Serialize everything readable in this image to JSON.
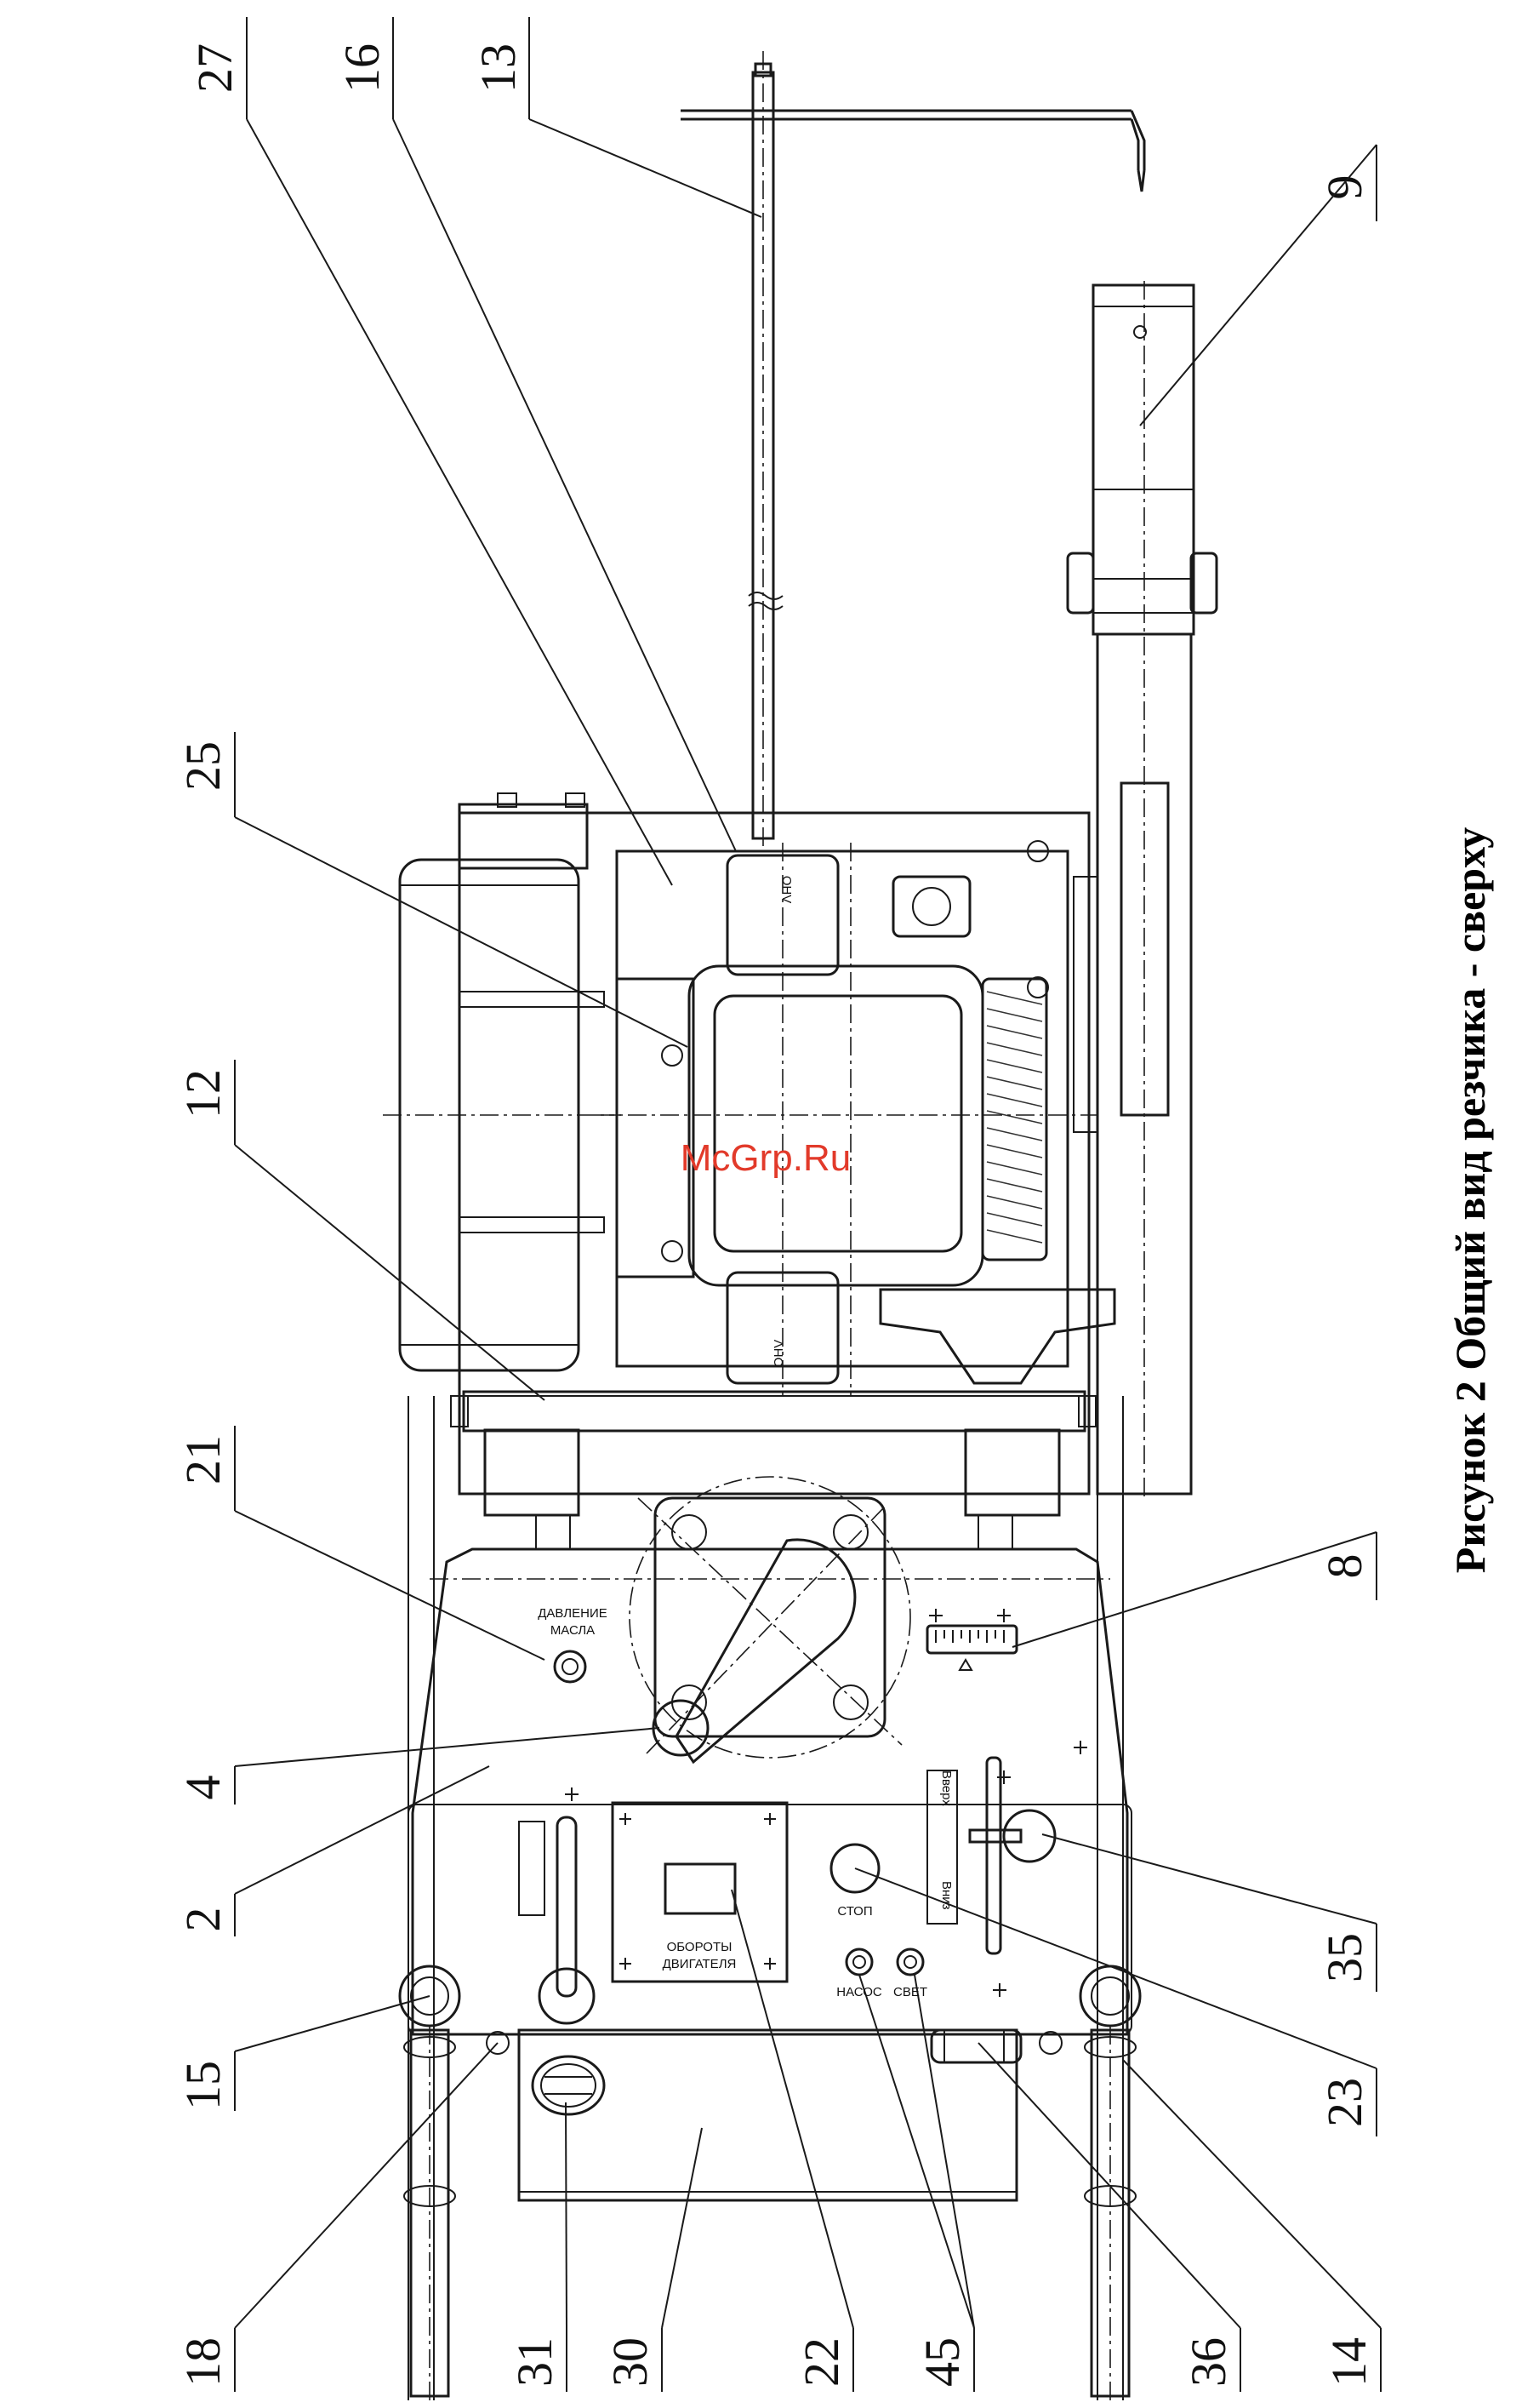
{
  "caption": "Рисунок 2   Общий вид резчика - сверху",
  "watermark": "McGrp.Ru",
  "panel_labels": {
    "oil_pressure_line1": "ДАВЛЕНИЕ",
    "oil_pressure_line2": "МАСЛА",
    "engine_rpm_line1": "ОБОРОТЫ",
    "engine_rpm_line2": "ДВИГАТЕЛЯ",
    "stop": "СТОП",
    "pump": "НАСОС",
    "light": "СВЕТ",
    "lever_top": "Вверх",
    "lever_bottom": "Вниз",
    "engine_brand_a": "OHV",
    "engine_brand_b": "OHV"
  },
  "callouts_left": [
    "27",
    "16",
    "13",
    "25",
    "12",
    "21",
    "4",
    "2",
    "15",
    "18",
    "31",
    "30",
    "22",
    "45",
    "36",
    "14"
  ],
  "callouts_right": [
    "9",
    "8",
    "35",
    "23"
  ]
}
